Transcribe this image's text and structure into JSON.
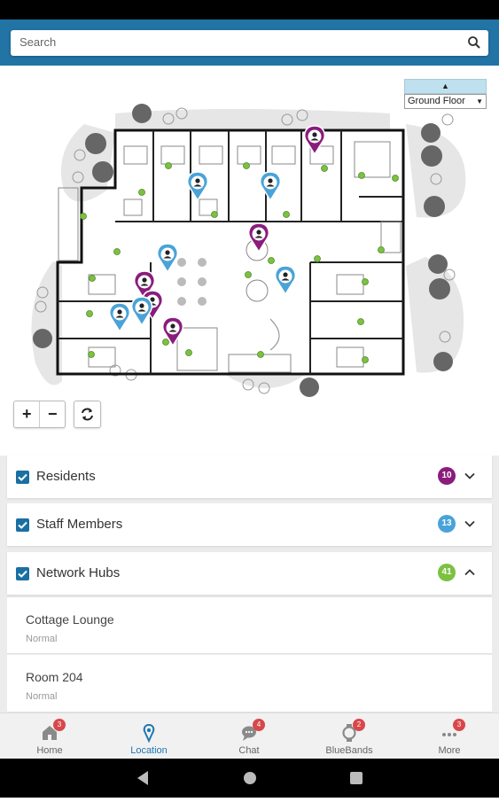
{
  "search": {
    "placeholder": "Search"
  },
  "floor": {
    "selected": "Ground Floor",
    "up": "▲"
  },
  "zoom": {
    "in": "+",
    "out": "−"
  },
  "sections": [
    {
      "label": "Residents",
      "count": "10",
      "color": "#8a1c7c",
      "expanded": false
    },
    {
      "label": "Staff Members",
      "count": "13",
      "color": "#4aa3d8",
      "expanded": false
    },
    {
      "label": "Network Hubs",
      "count": "41",
      "color": "#7cc142",
      "expanded": true
    }
  ],
  "hubs": [
    {
      "name": "Cottage Lounge",
      "status": "Normal"
    },
    {
      "name": "Room 204",
      "status": "Normal"
    }
  ],
  "nav": [
    {
      "label": "Home",
      "badge": "3",
      "icon": "home-icon"
    },
    {
      "label": "Location",
      "badge": "",
      "icon": "location-pin-icon"
    },
    {
      "label": "Chat",
      "badge": "4",
      "icon": "chat-icon"
    },
    {
      "label": "BlueBands",
      "badge": "2",
      "icon": "watch-icon"
    },
    {
      "label": "More",
      "badge": "3",
      "icon": "more-dots-icon"
    }
  ],
  "colors": {
    "resident": "#8a1c7c",
    "staff": "#4aa3d8",
    "hub": "#7cc142",
    "accent": "#2274a5"
  }
}
